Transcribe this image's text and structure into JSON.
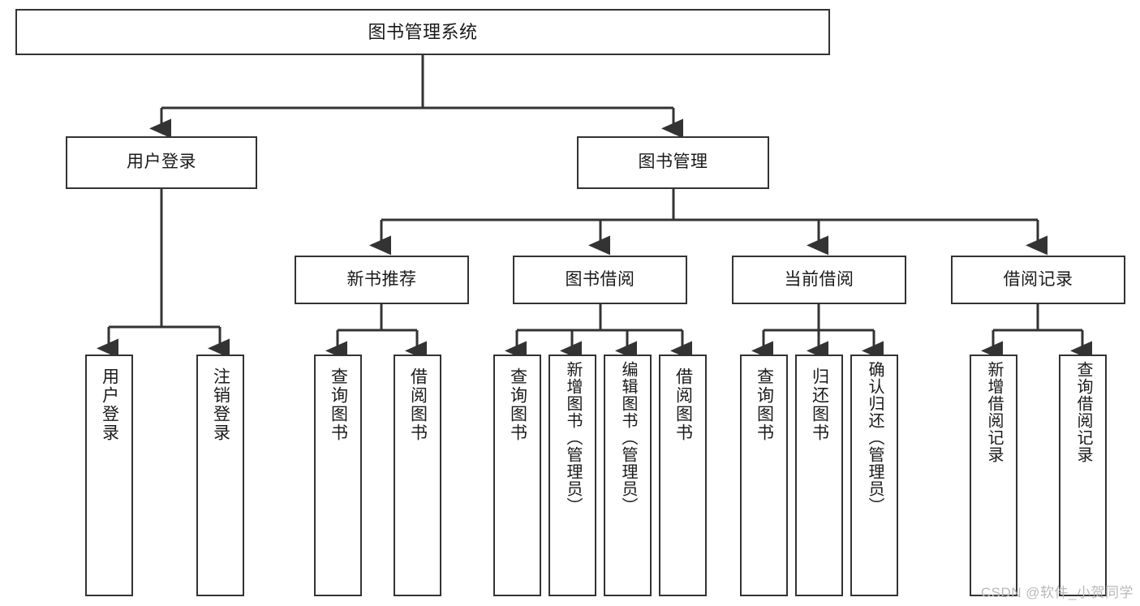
{
  "diagram": {
    "title": "图书管理系统",
    "type": "tree",
    "watermark": "CSDN @软件_小贺同学",
    "colors": {
      "box_border": "#333333",
      "box_fill": "#ffffff",
      "connector": "#333333",
      "text": "#1a1a1a",
      "watermark": "#b9b9b9"
    },
    "root": {
      "label": "图书管理系统"
    },
    "level1": [
      {
        "label": "用户登录"
      },
      {
        "label": "图书管理"
      }
    ],
    "level2": [
      {
        "label": "新书推荐"
      },
      {
        "label": "图书借阅"
      },
      {
        "label": "当前借阅"
      },
      {
        "label": "借阅记录"
      }
    ],
    "leaves": {
      "user_login": [
        {
          "label": "用户登录"
        },
        {
          "label": "注销登录"
        }
      ],
      "new_book": [
        {
          "label": "查询图书"
        },
        {
          "label": "借阅图书"
        }
      ],
      "book_borrow": [
        {
          "label": "查询图书"
        },
        {
          "label": "新增图书（管理员）"
        },
        {
          "label": "编辑图书（管理员）"
        },
        {
          "label": "借阅图书"
        }
      ],
      "current_borrow": [
        {
          "label": "查询图书"
        },
        {
          "label": "归还图书"
        },
        {
          "label": "确认归还（管理员）"
        }
      ],
      "borrow_record": [
        {
          "label": "新增借阅记录"
        },
        {
          "label": "查询借阅记录"
        }
      ]
    }
  }
}
